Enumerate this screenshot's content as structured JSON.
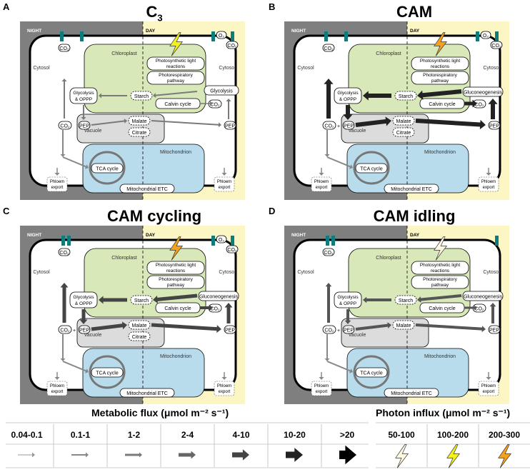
{
  "panels": [
    {
      "letter": "A",
      "title": "C",
      "title_sub": "3",
      "scenario": "c3"
    },
    {
      "letter": "B",
      "title": "CAM",
      "title_sub": "",
      "scenario": "cam"
    },
    {
      "letter": "C",
      "title": "CAM cycling",
      "title_sub": "",
      "scenario": "cycling"
    },
    {
      "letter": "D",
      "title": "CAM idling",
      "title_sub": "",
      "scenario": "idling"
    }
  ],
  "cell_labels": {
    "night": "NIGHT",
    "day": "DAY",
    "chloroplast": "Chloroplast",
    "cytosol": "Cytosol",
    "light_reactions_1": "Photosynthetic light",
    "light_reactions_2": "reactions",
    "photoresp_1": "Photorespiratory",
    "photoresp_2": "pathway",
    "starch": "Starch",
    "calvin": "Calvin cycle",
    "glycolysis_1": "Glycolysis",
    "glycolysis_2": "& OPPP",
    "glycolysis_c3": "Glycolysis",
    "gluconeo": "Gluconeogenesis",
    "vacuole": "Vacuole",
    "malate": "Malate",
    "citrate": "Citrate",
    "mitochondrion": "Mitochondrion",
    "tca": "TCA cycle",
    "etc": "Mitochondrial ETC",
    "phloem_1": "Phloem",
    "phloem_2": "export",
    "pep": "PEP",
    "co2": "CO₂",
    "o2": "O₂",
    "plus": "+"
  },
  "legend": {
    "flux_title": "Metabolic flux (μmol m⁻² s⁻¹)",
    "flux_bins": [
      "0.04-0.1",
      "0.1-1",
      "1-2",
      "2-4",
      "4-10",
      "10-20",
      ">20"
    ],
    "photon_title": "Photon influx (μmol m⁻² s⁻¹)",
    "photon_bins": [
      "50-100",
      "100-200",
      "200-300"
    ]
  },
  "colors": {
    "night": "#7f7f7f",
    "day": "#fcf6c4",
    "chloroplast": "#d8e8b8",
    "mitochondrion": "#b9dcec",
    "vacuole": "#dcdcdc",
    "channel": "#0f7b7b",
    "arrow": "#555555",
    "bolt_low": "#fdf7e0",
    "bolt_mid": "#f2f01e",
    "bolt_high": "#f3a21d"
  }
}
